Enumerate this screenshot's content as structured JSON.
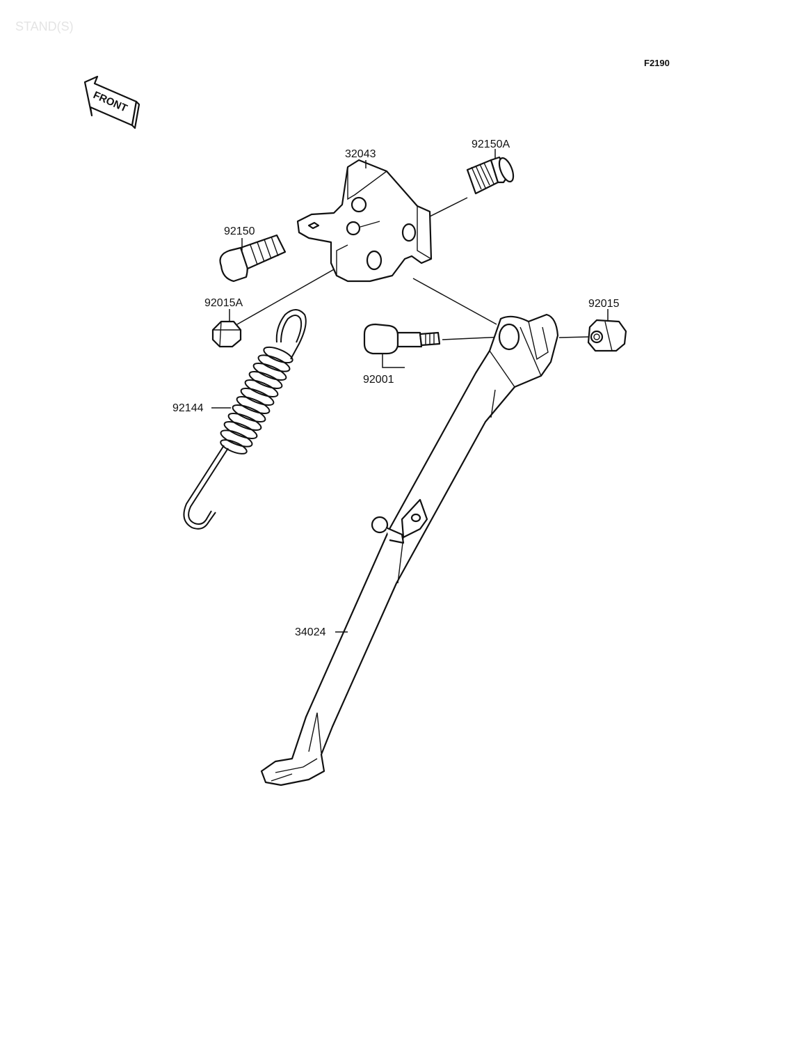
{
  "watermark": "STAND(S)",
  "figure_id": "F2190",
  "direction_label": "FRONT",
  "parts": {
    "bracket": "32043",
    "bolt_a": "92150A",
    "bolt": "92150",
    "nut_a": "92015A",
    "nut": "92015",
    "pivot_bolt": "92001",
    "spring": "92144",
    "side_stand": "34024"
  }
}
